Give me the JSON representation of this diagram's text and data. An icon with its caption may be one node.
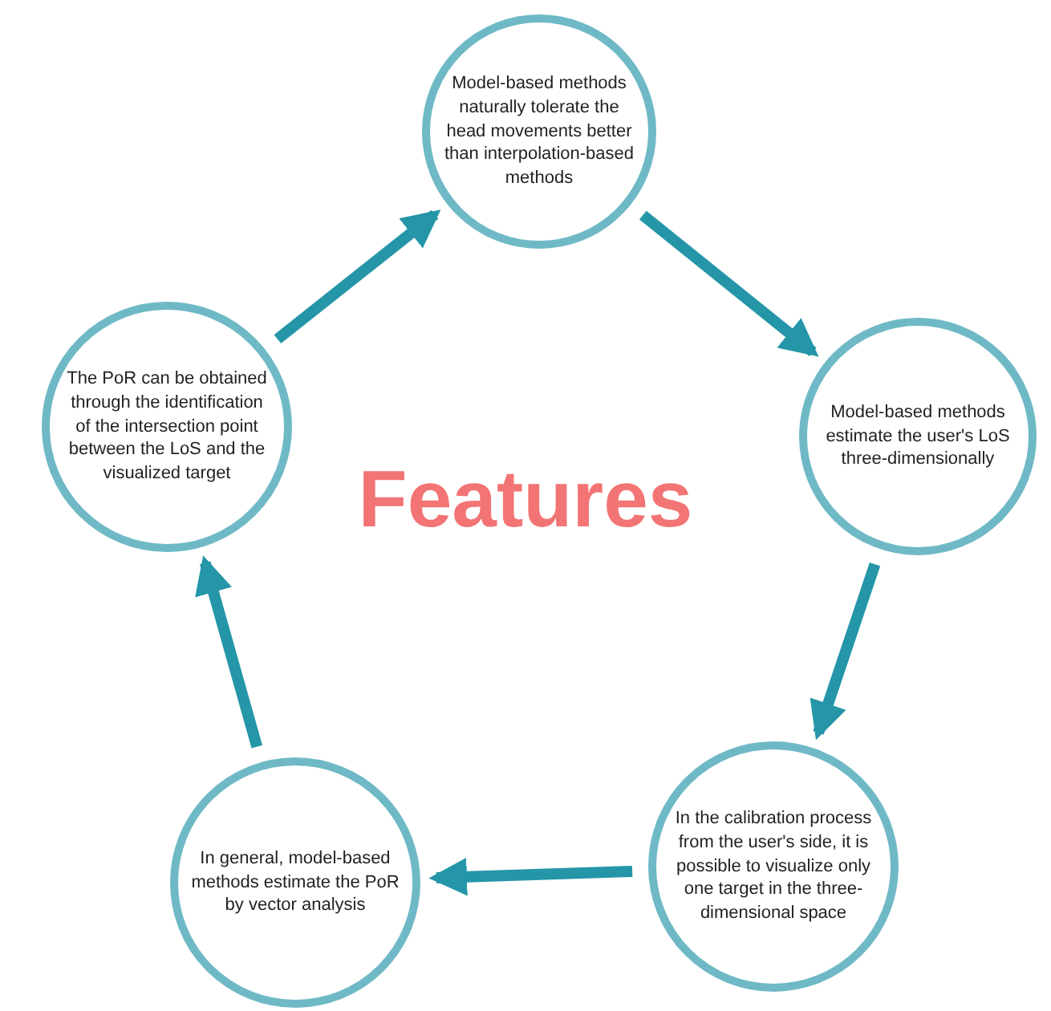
{
  "diagram": {
    "title": "Features",
    "nodes": [
      {
        "text": [
          "Model-based methods naturally tolerate the head movements better than interpolation-based methods"
        ]
      },
      {
        "text": [
          "Model-based methods estimate the user's LoS three-dimensionally"
        ]
      },
      {
        "text": [
          "In the calibration process from the user's side, it is possible to visualize only one target in the three-dimensional space"
        ]
      },
      {
        "text": [
          "In general, model-based methods estimate the PoR by vector analysis"
        ]
      },
      {
        "text": [
          "The PoR can be obtained through the identification of the intersection point between the LoS and the visualized target"
        ]
      }
    ],
    "edges": [
      {
        "from": 0,
        "to": 1,
        "arrow": "to"
      },
      {
        "from": 1,
        "to": 2,
        "arrow": "to"
      },
      {
        "from": 2,
        "to": 3,
        "arrow": "to"
      },
      {
        "from": 3,
        "to": 4,
        "arrow": "to"
      },
      {
        "from": 4,
        "to": 0,
        "arrow": "to"
      }
    ]
  }
}
